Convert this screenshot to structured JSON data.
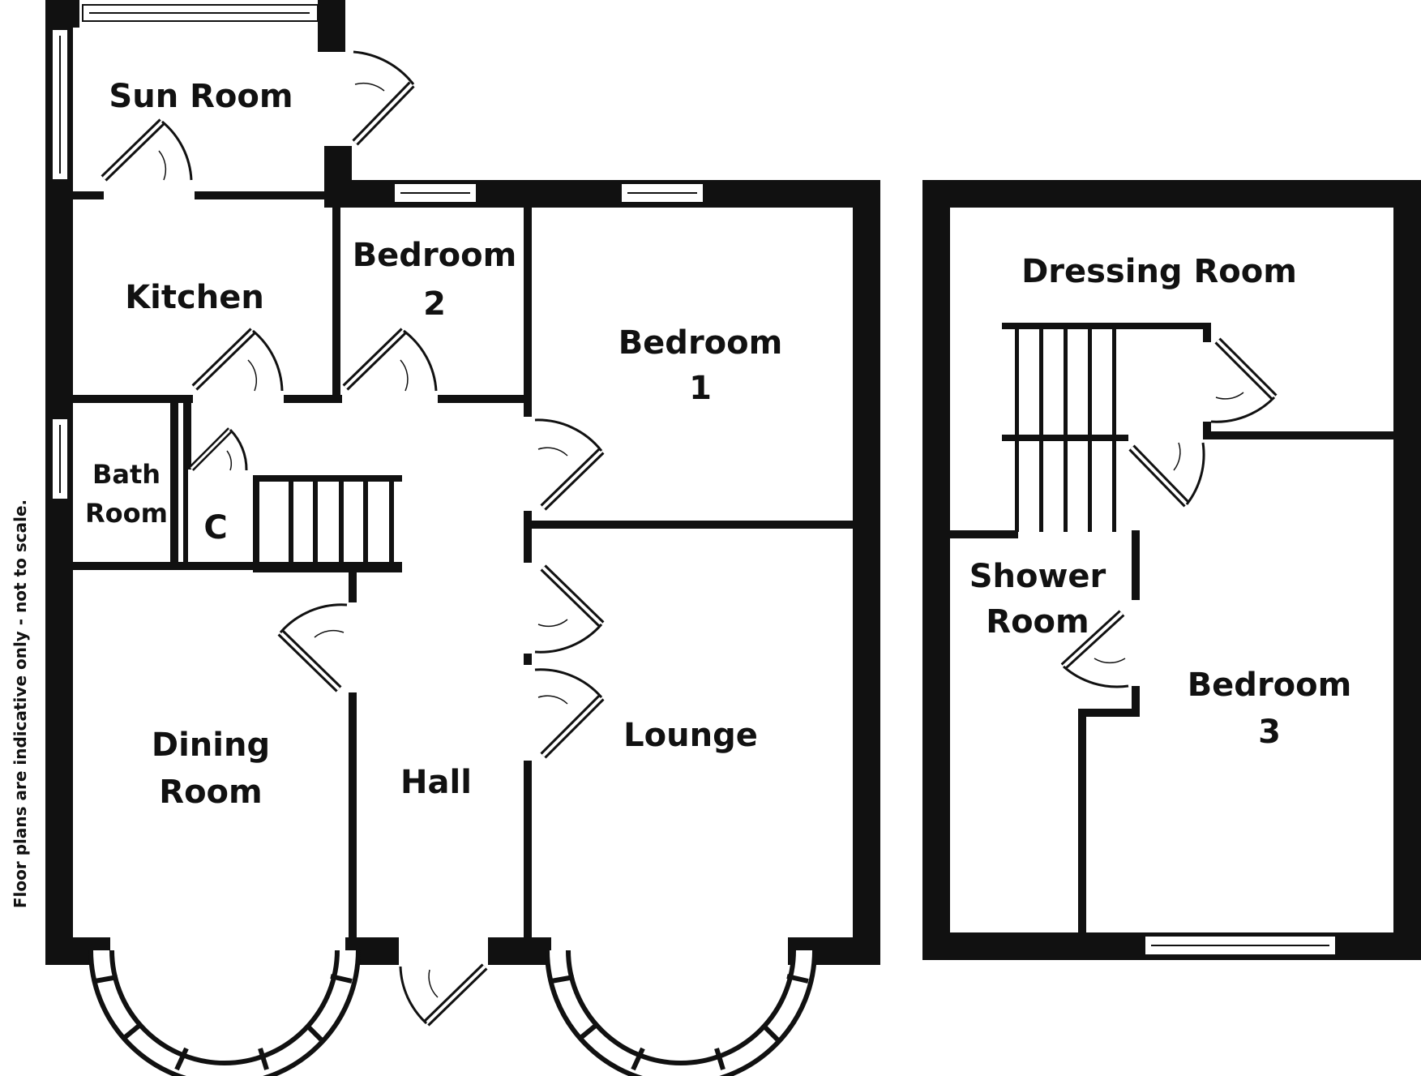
{
  "colors": {
    "wall": "#111111",
    "background": "#ffffff",
    "glass": "#ffffff"
  },
  "disclaimer": "Floor plans are indicative only - not to scale.",
  "rooms": {
    "sun_room": "Sun Room",
    "kitchen": "Kitchen",
    "bedroom_2": [
      "Bedroom",
      "2"
    ],
    "bedroom_1": [
      "Bedroom",
      "1"
    ],
    "bath_room": [
      "Bath",
      "Room"
    ],
    "cupboard": "C",
    "dining_room": [
      "Dining",
      "Room"
    ],
    "hall": "Hall",
    "lounge": "Lounge",
    "dressing_room": "Dressing Room",
    "shower_room": [
      "Shower",
      "Room"
    ],
    "bedroom_3": [
      "Bedroom",
      "3"
    ]
  }
}
